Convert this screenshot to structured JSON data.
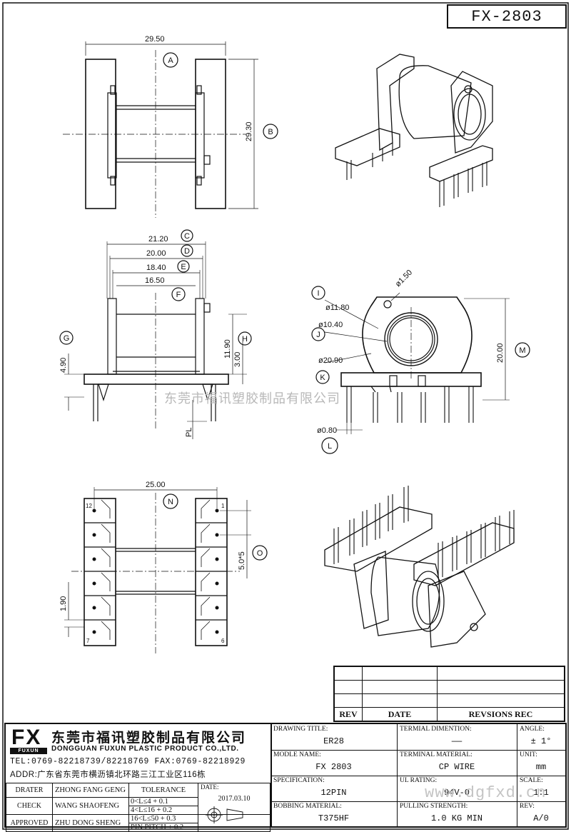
{
  "model_box": "FX-2803",
  "watermark_company": "东莞市福讯塑胶制品有限公司",
  "watermark_url": "www.dgfxd.cn",
  "dimensions": {
    "A": "29.50",
    "B": "29.30",
    "C": "21.20",
    "D": "20.00",
    "E": "18.40",
    "F": "16.50",
    "G": "4.90",
    "H_a": "11.90",
    "H_b": "3.00",
    "PL": "PL",
    "I": "ø11.80",
    "J": "ø10.40",
    "K": "ø20.90",
    "pin_hole": "ø1.50",
    "M": "20.00",
    "L": "ø0.80",
    "N": "25.00",
    "O": "5.0*5",
    "pitch_small": "1.90"
  },
  "labels": {
    "A": "A",
    "B": "B",
    "C": "C",
    "D": "D",
    "E": "E",
    "F": "F",
    "G": "G",
    "H": "H",
    "I": "I",
    "J": "J",
    "K": "K",
    "L": "L",
    "M": "M",
    "N": "N",
    "O": "O"
  },
  "pin_numbers": {
    "p12": "12",
    "p1": "1",
    "p7": "7",
    "p6": "6"
  },
  "revision_table": {
    "rev": "REV",
    "date": "DATE",
    "revisions": "REVSIONS REC"
  },
  "company": {
    "logo": "FX",
    "logo_sub": "FUXUN",
    "name_cn": "东莞市福讯塑胶制品有限公司",
    "name_en": "DONGGUAN FUXUN PLASTIC PRODUCT CO.,LTD.",
    "tel": "TEL:0769-82218739/82218769 FAX:0769-82218929",
    "addr": "ADDR:广东省东莞市横沥镇北环路三江工业区116栋"
  },
  "sign": {
    "drater_label": "DRATER",
    "drater": "ZHONG FANG GENG",
    "check_label": "CHECK",
    "check": "WANG SHAOFENG",
    "approved_label": "APPROVED",
    "approved": "ZHU DONG SHENG",
    "tol_title": "TOLERANCE",
    "tol1": "0<L≤4   + 0.1",
    "tol2": "4<L≤16  + 0.2",
    "tol3": "16<L≤50  + 0.3",
    "tol4": "PIN PITCH + 0.2",
    "date_label": "DATE:",
    "date": "2017.03.10"
  },
  "fields": {
    "drawing_title_label": "DRAWING TITLE:",
    "drawing_title": "ER28",
    "terminal_dim_label": "TERMIAL DIMENTION:",
    "terminal_dim": "——",
    "angle_label": "ANGLE:",
    "angle": "± 1°",
    "model_label": "MODLE NAME:",
    "model": "FX 2803",
    "terminal_mat_label": "TERMINAL MATERIAL:",
    "terminal_mat": "CP WIRE",
    "unit_label": "UNIT:",
    "unit": "mm",
    "spec_label": "SPECIFICATION:",
    "spec": "12PIN",
    "ul_label": "UL RATING:",
    "ul": "94V-0",
    "scale_label": "SCALE:",
    "scale": "1:1",
    "bobbin_label": "BOBBING MATERIAL:",
    "bobbin": "T375HF",
    "pull_label": "PULLING STRENGTH:",
    "pull": "1.0 KG MIN",
    "rev_label": "REV:",
    "rev": "A/0"
  }
}
